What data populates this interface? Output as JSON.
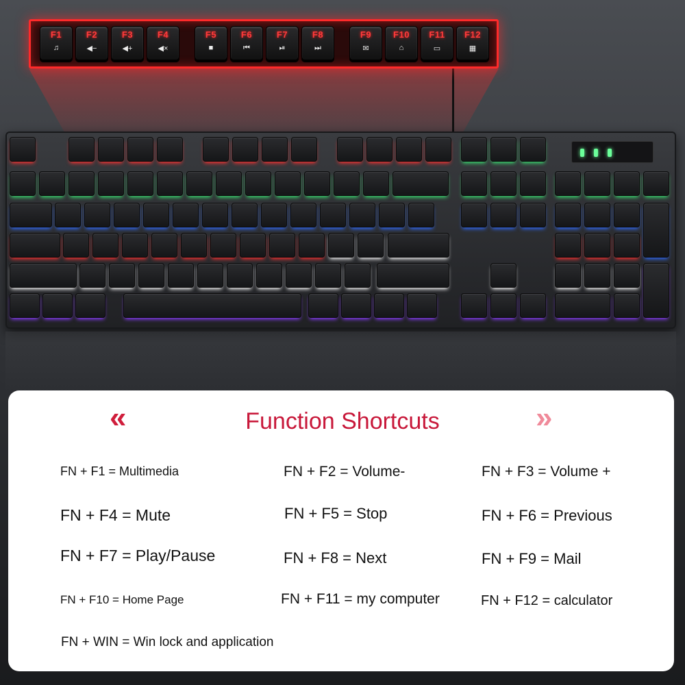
{
  "fn_keys": [
    {
      "label": "F1",
      "icon": "music-note-icon"
    },
    {
      "label": "F2",
      "icon": "volume-down-icon"
    },
    {
      "label": "F3",
      "icon": "volume-up-icon"
    },
    {
      "label": "F4",
      "icon": "mute-icon"
    },
    {
      "label": "F5",
      "icon": "stop-icon"
    },
    {
      "label": "F6",
      "icon": "previous-icon"
    },
    {
      "label": "F7",
      "icon": "play-pause-icon"
    },
    {
      "label": "F8",
      "icon": "next-icon"
    },
    {
      "label": "F9",
      "icon": "mail-icon"
    },
    {
      "label": "F10",
      "icon": "home-icon"
    },
    {
      "label": "F11",
      "icon": "computer-icon"
    },
    {
      "label": "F12",
      "icon": "calculator-icon"
    }
  ],
  "panel": {
    "title": "Function Shortcuts",
    "shortcuts": [
      "FN + F1 = Multimedia",
      "FN + F2 = Volume-",
      "FN + F3 = Volume +",
      "FN + F4 = Mute",
      "FN + F5 = Stop",
      "FN + F6 = Previous",
      "FN + F7 = Play/Pause",
      "FN + F8 = Next",
      "FN + F9 = Mail",
      "FN + F10 = Home Page",
      "FN + F11 = my computer",
      "FN + F12 = calculator",
      "FN + WIN = Win lock and application"
    ]
  },
  "colors": {
    "accent_red": "#c8183a",
    "backlight_red": "#ff2a2a",
    "backlight_green": "#38e070",
    "backlight_blue": "#2f6bff",
    "backlight_purple": "#8a3cff"
  }
}
